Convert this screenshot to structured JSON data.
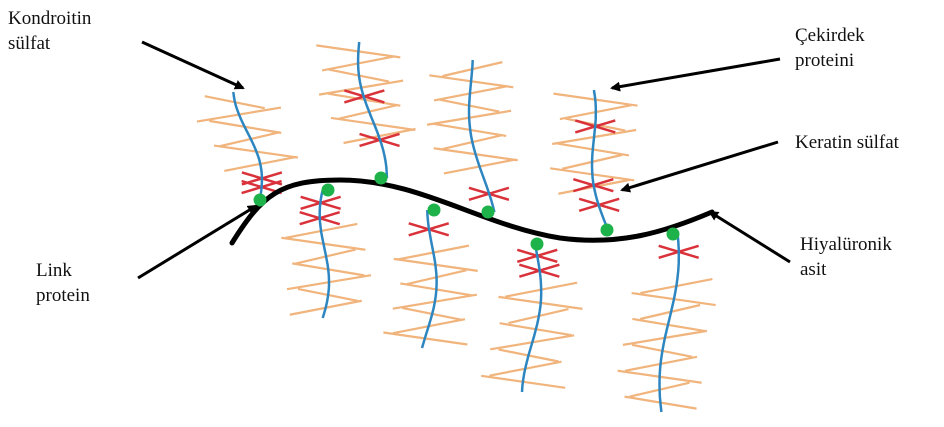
{
  "labels": {
    "kondroitin_sulfat": {
      "line1": "Kondroitin",
      "line2": "sülfat"
    },
    "cekirdek_proteini": {
      "line1": "Çekirdek",
      "line2": "proteini"
    },
    "keratin_sulfat": {
      "line1": "Keratin sülfat"
    },
    "hiyaluronik_asit": {
      "line1": "Hiyalüronik",
      "line2": "asit"
    },
    "link_protein": {
      "line1": "Link",
      "line2": "protein"
    }
  },
  "colors": {
    "hyaluronic_acid": "#000000",
    "core_protein": "#2e86c1",
    "chondroitin_sulfate": "#f0b47c",
    "keratan_sulfate": "#d9323a",
    "link_protein": "#1eb34a",
    "arrow": "#000000"
  }
}
